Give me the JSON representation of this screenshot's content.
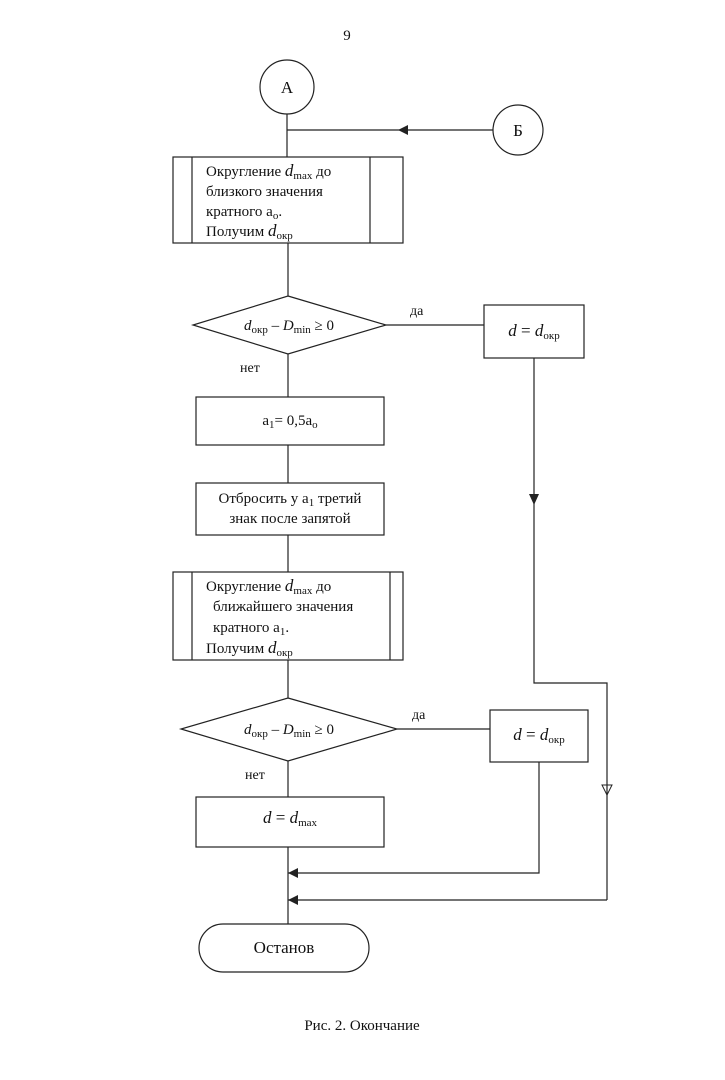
{
  "page_number": "9",
  "connectors": {
    "a": "А",
    "b": "Б"
  },
  "block1": {
    "line1_prefix": "Округление ",
    "line1_var": "d",
    "line1_sub": "max",
    "line1_suffix": " до",
    "line2": "близкого значения",
    "line3_prefix": "кратного а",
    "line3_sub": "о",
    "line3_suffix": ".",
    "line4_prefix": "Получим ",
    "line4_var": "d",
    "line4_sub": "окр"
  },
  "decision1": {
    "var1": "d",
    "sub1": "окр",
    "minus": " – ",
    "var2": "D",
    "sub2": "min",
    "rel": " ≥ 0",
    "yes": "да",
    "no": "нет"
  },
  "result1": {
    "lhs": "d",
    "eq": " = ",
    "var": "d",
    "sub": "окр"
  },
  "assign_a1": {
    "a": "а",
    "a_sub": "1",
    "rest1": "= 0,5а",
    "rest_sub": "о"
  },
  "drop_digit": {
    "line1_prefix": "Отбросить у а",
    "line1_sub": "1",
    "line1_suffix": " третий",
    "line2": "знак после запятой"
  },
  "block2": {
    "line1_prefix": "Округление ",
    "line1_var": "d",
    "line1_sub": "max",
    "line1_suffix": " до",
    "line2": "ближайшего значения",
    "line3_prefix": "кратного а",
    "line3_sub": "1",
    "line3_suffix": ".",
    "line4_prefix": "Получим ",
    "line4_var": "d",
    "line4_sub": "окр"
  },
  "decision2": {
    "var1": "d",
    "sub1": "окр",
    "minus": " – ",
    "var2": "D",
    "sub2": "min",
    "rel": " ≥ 0",
    "yes": "да",
    "no": "нет"
  },
  "result2": {
    "lhs": "d",
    "eq": " = ",
    "var": "d",
    "sub": "окр"
  },
  "assign_dmax": {
    "lhs": "d",
    "eq": " = ",
    "var": "d",
    "sub": "max"
  },
  "terminator": "Останов",
  "caption": "Рис. 2. Окончание"
}
